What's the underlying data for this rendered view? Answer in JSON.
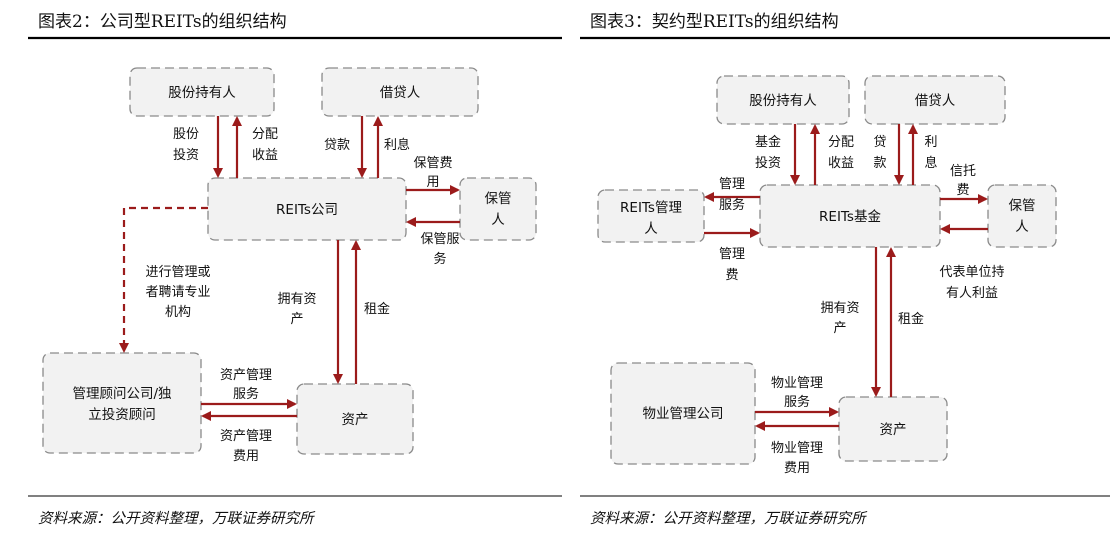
{
  "colors": {
    "arrow": "#9b1b1b",
    "box_fill": "#f2f2f2",
    "box_stroke": "#8a8a8a"
  },
  "left": {
    "title": "图表2：公司型REITs的组织结构",
    "source": "资料来源：公开资料整理，万联证券研究所",
    "boxes": {
      "shareholders": "股份持有人",
      "lender": "借贷人",
      "company": "REITs公司",
      "custodian": [
        "保管",
        "人"
      ],
      "advisor": [
        "管理顾问公司/独",
        "立投资顾问"
      ],
      "assets": "资产"
    },
    "labels": {
      "equity_invest": [
        "股份",
        "投资"
      ],
      "distribution": [
        "分配",
        "收益"
      ],
      "loan": "贷款",
      "interest": "利息",
      "custody_fee": [
        "保管费",
        "用"
      ],
      "custody_service": [
        "保管服",
        "务"
      ],
      "mgmt_hire": [
        "进行管理或",
        "者聘请专业",
        "机构"
      ],
      "own_assets": [
        "拥有资",
        "产"
      ],
      "rent": "租金",
      "asset_mgmt_service": [
        "资产管理",
        "服务"
      ],
      "asset_mgmt_fee": [
        "资产管理",
        "费用"
      ]
    }
  },
  "right": {
    "title": "图表3：契约型REITs的组织结构",
    "source": "资料来源：公开资料整理，万联证券研究所",
    "boxes": {
      "shareholders": "股份持有人",
      "lender": "借贷人",
      "manager": [
        "REITs管理",
        "人"
      ],
      "fund": "REITs基金",
      "custodian": [
        "保管",
        "人"
      ],
      "property_co": "物业管理公司",
      "assets": "资产"
    },
    "labels": {
      "fund_invest": [
        "基金",
        "投资"
      ],
      "distribution": [
        "分配",
        "收益"
      ],
      "loan": [
        "贷",
        "款"
      ],
      "interest": [
        "利",
        "息"
      ],
      "trust_fee": [
        "信托",
        "费"
      ],
      "mgmt_service": [
        "管理",
        "服务"
      ],
      "mgmt_fee": [
        "管理",
        "费"
      ],
      "represent": [
        "代表单位持",
        "有人利益"
      ],
      "own_assets": [
        "拥有资",
        "产"
      ],
      "rent": "租金",
      "property_service": [
        "物业管理",
        "服务"
      ],
      "property_fee": [
        "物业管理",
        "费用"
      ]
    }
  }
}
